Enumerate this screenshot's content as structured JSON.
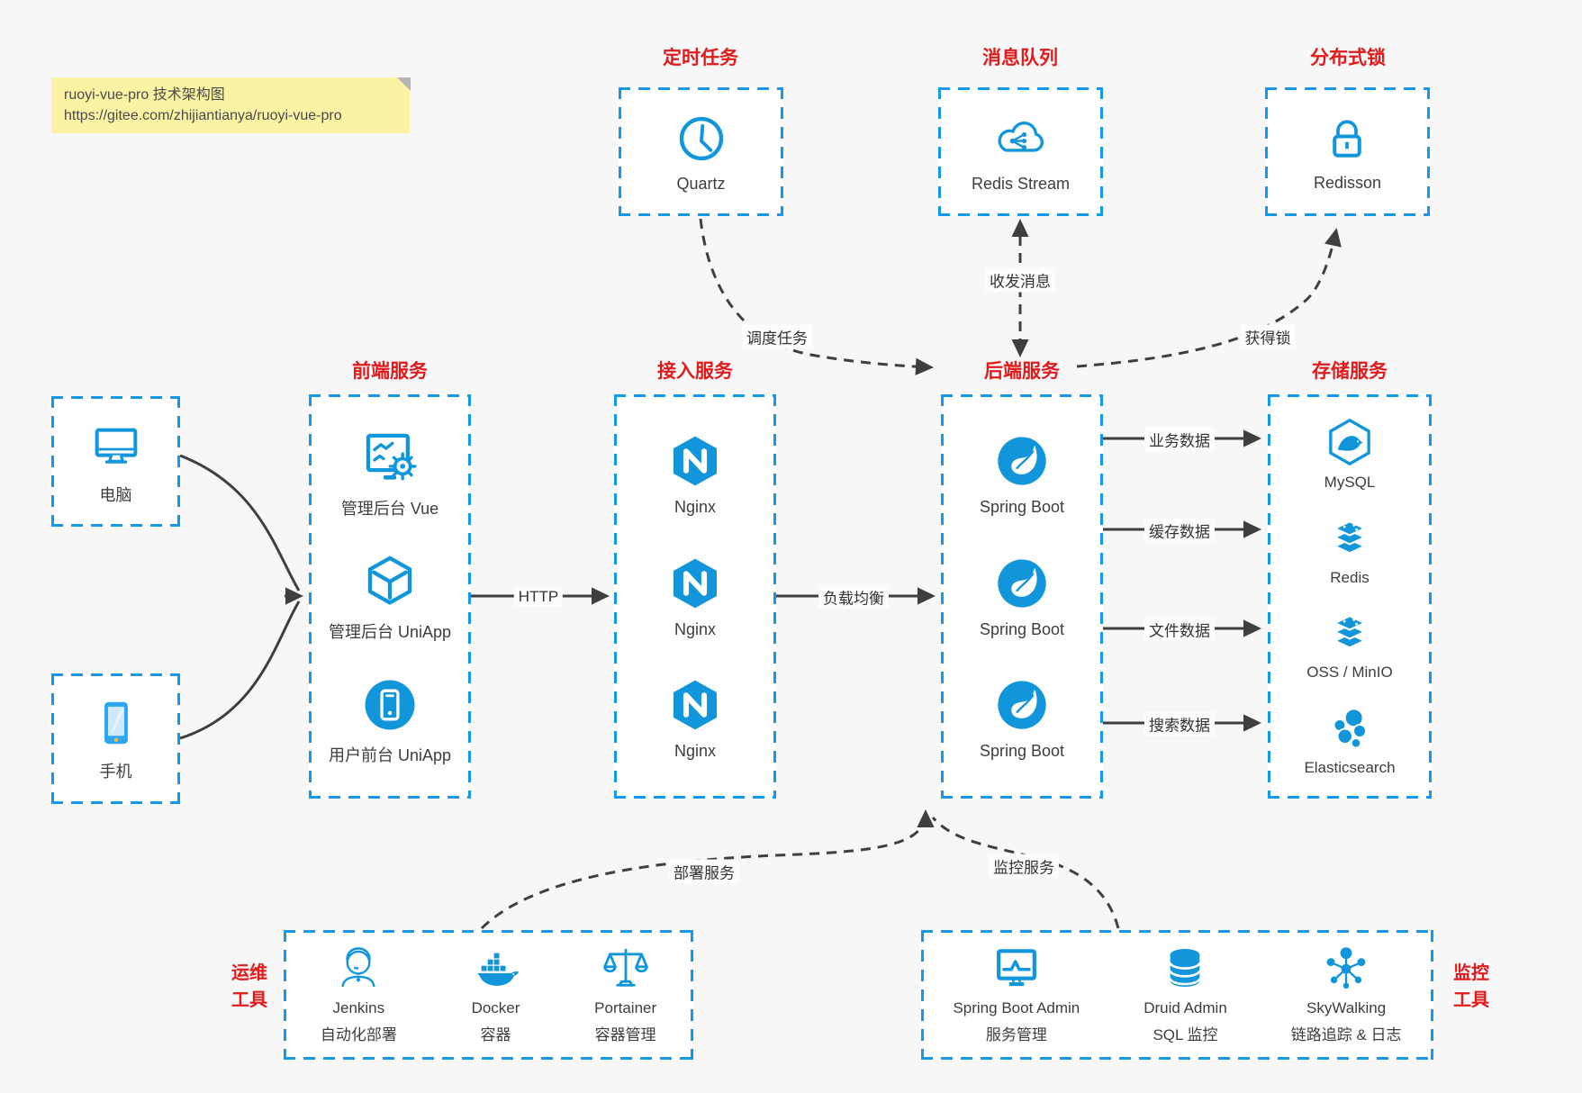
{
  "note": {
    "line1": "ruoyi-vue-pro 技术架构图",
    "line2": "https://gitee.com/zhijiantianya/ruoyi-vue-pro"
  },
  "colors": {
    "accent_blue": "#1296db",
    "border_blue": "#1298ec",
    "title_red": "#e11b1b",
    "arrow_dark": "#3f3f41",
    "background": "#f7f7f8",
    "note_yellow": "#fbf3a4"
  },
  "top_groups": [
    {
      "title": "定时任务",
      "icon": "clock-icon",
      "label": "Quartz"
    },
    {
      "title": "消息队列",
      "icon": "cloud-stream-icon",
      "label": "Redis Stream"
    },
    {
      "title": "分布式锁",
      "icon": "lock-icon",
      "label": "Redisson"
    }
  ],
  "clients": [
    {
      "icon": "desktop-icon",
      "label": "电脑"
    },
    {
      "icon": "mobile-icon",
      "label": "手机"
    }
  ],
  "columns": [
    {
      "title": "前端服务",
      "items": [
        {
          "icon": "admin-vue-icon",
          "label": "管理后台 Vue"
        },
        {
          "icon": "uniapp-cube-icon",
          "label": "管理后台 UniApp"
        },
        {
          "icon": "user-app-icon",
          "label": "用户前台 UniApp"
        }
      ]
    },
    {
      "title": "接入服务",
      "items": [
        {
          "icon": "nginx-icon",
          "label": "Nginx"
        },
        {
          "icon": "nginx-icon",
          "label": "Nginx"
        },
        {
          "icon": "nginx-icon",
          "label": "Nginx"
        }
      ]
    },
    {
      "title": "后端服务",
      "items": [
        {
          "icon": "spring-icon",
          "label": "Spring Boot"
        },
        {
          "icon": "spring-icon",
          "label": "Spring Boot"
        },
        {
          "icon": "spring-icon",
          "label": "Spring Boot"
        }
      ]
    },
    {
      "title": "存储服务",
      "items": [
        {
          "icon": "mysql-icon",
          "label": "MySQL"
        },
        {
          "icon": "redis-stack-icon",
          "label": "Redis"
        },
        {
          "icon": "storage-stack-icon",
          "label": "OSS / MinIO"
        },
        {
          "icon": "elasticsearch-icon",
          "label": "Elasticsearch"
        }
      ]
    }
  ],
  "bottom_groups": [
    {
      "side_title": [
        "运维",
        "工具"
      ],
      "items": [
        {
          "icon": "jenkins-icon",
          "name": "Jenkins",
          "desc": "自动化部署"
        },
        {
          "icon": "docker-icon",
          "name": "Docker",
          "desc": "容器"
        },
        {
          "icon": "portainer-icon",
          "name": "Portainer",
          "desc": "容器管理"
        }
      ]
    },
    {
      "side_title": [
        "监控",
        "工具"
      ],
      "items": [
        {
          "icon": "spring-boot-admin-icon",
          "name": "Spring Boot Admin",
          "desc": "服务管理"
        },
        {
          "icon": "druid-icon",
          "name": "Druid Admin",
          "desc": "SQL 监控"
        },
        {
          "icon": "skywalking-icon",
          "name": "SkyWalking",
          "desc": "链路追踪 & 日志"
        }
      ]
    }
  ],
  "edges": {
    "http": "HTTP",
    "load_balance": "负载均衡",
    "biz_data": "业务数据",
    "cache_data": "缓存数据",
    "file_data": "文件数据",
    "search_data": "搜索数据",
    "schedule": "调度任务",
    "message": "收发消息",
    "lock": "获得锁",
    "deploy": "部署服务",
    "monitor": "监控服务"
  }
}
